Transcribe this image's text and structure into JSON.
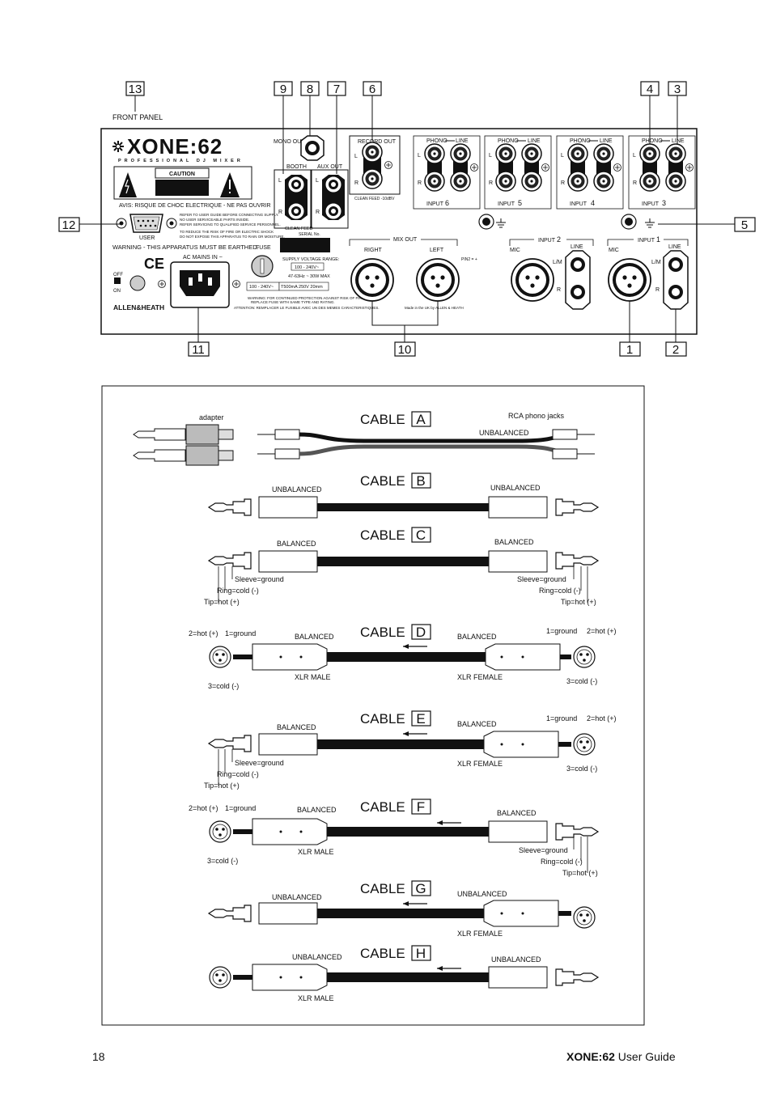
{
  "callouts": {
    "c13": "13",
    "c9": "9",
    "c8": "8",
    "c7": "7",
    "c6": "6",
    "c4": "4",
    "c3": "3",
    "c12": "12",
    "c5": "5",
    "c11": "11",
    "c10": "10",
    "c1": "1",
    "c2": "2"
  },
  "panel": {
    "front_panel": "FRONT PANEL",
    "logo": "XONE:62",
    "tagline": "PROFESSIONAL DJ MIXER",
    "caution": "CAUTION",
    "avis": "AVIS: RISQUE DE CHOC ELECTRIQUE - NE PAS OUVRIR",
    "service1": "REFER TO USER GUIDE BEFORE CONNECTING SUPPLY.",
    "service2": "NO USER SERVICEABLE PARTS INSIDE.",
    "service3": "REFER SERVICING TO QUALIFIED SERVICE PERSONNEL.",
    "shock1": "TO REDUCE THE RISK OF FIRE OR ELECTRIC SHOCK",
    "shock2": "DO NOT EXPOSE THIS APPARATUS TO RAIN OR MOISTURE.",
    "user": "USER",
    "warning_earth": "WARNING - THIS APPARATUS MUST BE EARTHED.",
    "ac_mains": "AC MAINS IN ~",
    "fuse": "FUSE",
    "off": "OFF",
    "on": "ON",
    "brand": "ALLEN&HEATH",
    "mono_out": "MONO OUT",
    "booth": "BOOTH",
    "aux_out": "AUX OUT",
    "clean_feed": "CLEAN FEED",
    "record_out": "RECORD OUT",
    "clean_feed_db": "CLEAN FEED -10dBV",
    "serial": "SERIAL No.",
    "supply_range": "SUPPLY VOLTAGE RANGE:",
    "supply_v": "100 - 240V~",
    "supply_hz": "47-63Hz ~ 30W MAX",
    "rating_v": "100 - 240V~",
    "rating_fuse": "T500mA 250V 20mm",
    "warn_fire1": "WARNING: FOR CONTINUED PROTECTION AGAINST RISK OF FIRE",
    "warn_fire2": "REPLACE FUSE WITH SAME TYPE AND RATING.",
    "attention": "ATTENTION: REMPLACER LE FUSIBLE AVEC UN DES MEMES CARACTERISTIQUES.",
    "mix_out": "MIX OUT",
    "right": "RIGHT",
    "left": "LEFT",
    "pin2": "PIN2 = +",
    "made_in": "Made in the UK by ALLEN & HEATH",
    "phono": "PHONO",
    "line": "LINE",
    "mic": "MIC",
    "lm": "L/M",
    "L": "L",
    "R": "R",
    "input": "INPUT",
    "in6": "6",
    "in5": "5",
    "in4": "4",
    "in3": "3",
    "in2": "2",
    "in1": "1"
  },
  "cables": {
    "A": {
      "title": "CABLE",
      "letter": "A",
      "adapter": "adapter",
      "rca": "RCA phono jacks",
      "type": "UNBALANCED"
    },
    "B": {
      "title": "CABLE",
      "letter": "B",
      "left": "UNBALANCED",
      "right": "UNBALANCED"
    },
    "C": {
      "title": "CABLE",
      "letter": "C",
      "left": "BALANCED",
      "right": "BALANCED",
      "sleeve": "Sleeve=ground",
      "ring": "Ring=cold (-)",
      "tip": "Tip=hot (+)"
    },
    "D": {
      "title": "CABLE",
      "letter": "D",
      "left": "BALANCED",
      "right": "BALANCED",
      "hot": "2=hot (+)",
      "ground": "1=ground",
      "cold": "3=cold (-)",
      "xlr_male": "XLR MALE",
      "xlr_female": "XLR FEMALE"
    },
    "E": {
      "title": "CABLE",
      "letter": "E",
      "left": "BALANCED",
      "right": "BALANCED",
      "sleeve": "Sleeve=ground",
      "ring": "Ring=cold (-)",
      "tip": "Tip=hot (+)",
      "ground": "1=ground",
      "hot": "2=hot (+)",
      "cold": "3=cold (-)",
      "xlr_female": "XLR FEMALE"
    },
    "F": {
      "title": "CABLE",
      "letter": "F",
      "left": "BALANCED",
      "right": "BALANCED",
      "hot": "2=hot (+)",
      "ground": "1=ground",
      "cold": "3=cold (-)",
      "xlr_male": "XLR MALE",
      "sleeve": "Sleeve=ground",
      "ring": "Ring=cold (-)",
      "tip": "Tip=hot (+)"
    },
    "G": {
      "title": "CABLE",
      "letter": "G",
      "left": "UNBALANCED",
      "right": "UNBALANCED",
      "xlr_female": "XLR FEMALE"
    },
    "H": {
      "title": "CABLE",
      "letter": "H",
      "left": "UNBALANCED",
      "right": "UNBALANCED",
      "xlr_male": "XLR MALE"
    }
  },
  "footer": {
    "page": "18",
    "product": "XONE:62",
    "guide": " User Guide"
  }
}
